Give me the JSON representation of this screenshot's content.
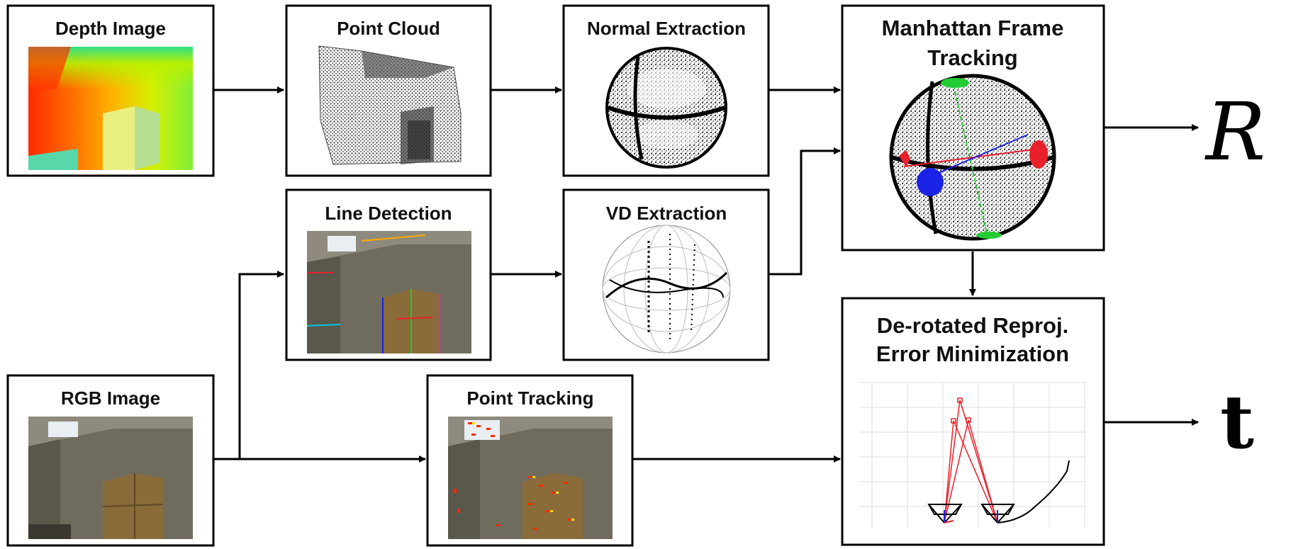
{
  "boxes": {
    "depth_image": "Depth Image",
    "point_cloud": "Point Cloud",
    "normal_extraction": "Normal Extraction",
    "mf_tracking_line1": "Manhattan Frame",
    "mf_tracking_line2": "Tracking",
    "line_detection": "Line Detection",
    "vd_extraction": "VD Extraction",
    "rgb_image": "RGB Image",
    "point_tracking": "Point Tracking",
    "derot_line1": "De-rotated Reproj.",
    "derot_line2": "Error Minimization"
  },
  "outputs": {
    "rotation": "R",
    "translation": "t"
  },
  "colors": {
    "stroke": "#000000",
    "axis_red": "#e8202a",
    "axis_blue": "#1a22e6",
    "axis_green": "#22cc33",
    "cabinet": "#8a6b3a",
    "wall": "#6f6c5e"
  }
}
